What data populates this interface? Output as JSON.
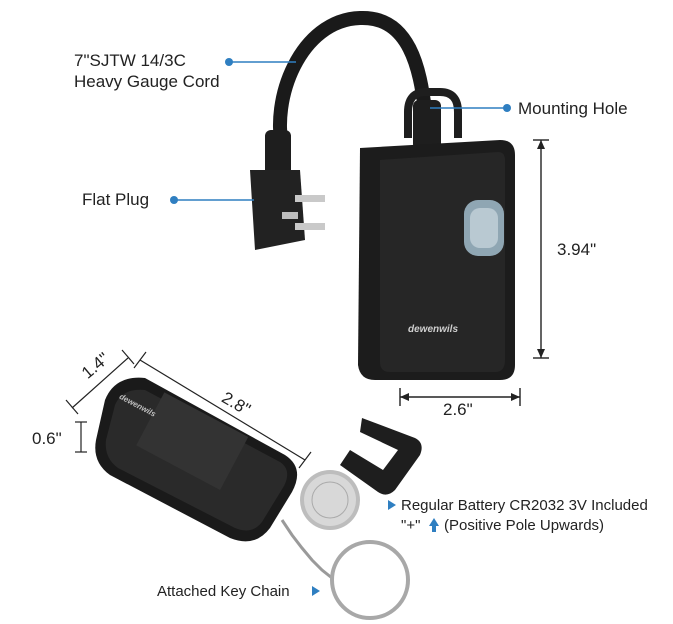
{
  "callouts": {
    "cord_line1": "7\"SJTW 14/3C",
    "cord_line2": "Heavy Gauge Cord",
    "mounting_hole": "Mounting Hole",
    "flat_plug": "Flat Plug",
    "battery_line1": "Regular Battery CR2032 3V Included",
    "battery_line2_a": "\"+\"",
    "battery_line2_b": "(Positive Pole Upwards)",
    "key_chain": "Attached Key Chain"
  },
  "dimensions": {
    "outlet_height": "3.94\"",
    "outlet_width": "2.6\"",
    "remote_width": "1.4\"",
    "remote_length": "2.8\"",
    "remote_thickness": "0.6\""
  },
  "brand": {
    "outlet_logo": "dewenwils",
    "remote_logo": "dewenwils"
  },
  "colors": {
    "accent": "#2f7fc1",
    "device": "#1c1c1c"
  }
}
